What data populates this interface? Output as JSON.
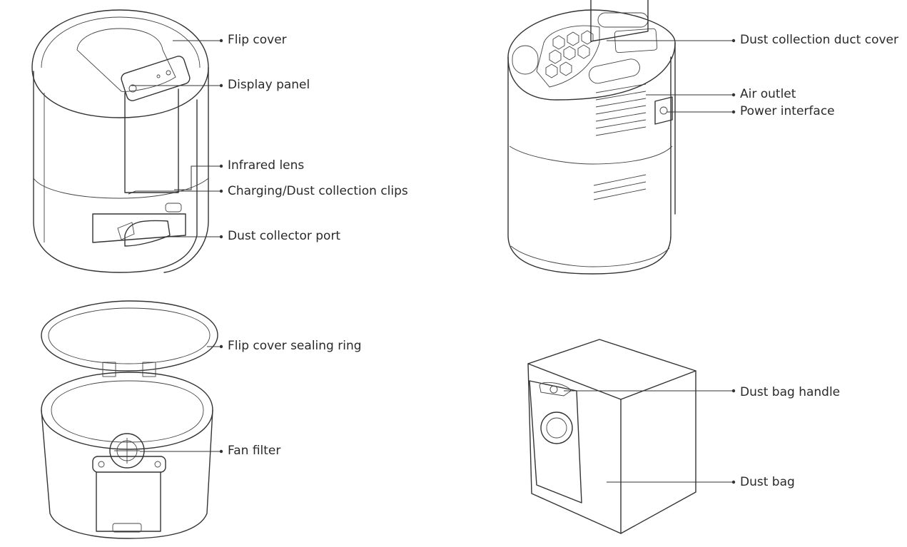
{
  "labels": {
    "flip_cover": "Flip cover",
    "display_panel": "Display panel",
    "infrared_lens": "Infrared lens",
    "charging_clips": "Charging/Dust collection clips",
    "dust_collector_port": "Dust collector port",
    "duct_cover": "Dust collection duct cover",
    "air_outlet": "Air outlet",
    "power_interface": "Power interface",
    "sealing_ring": "Flip cover sealing ring",
    "fan_filter": "Fan filter",
    "dust_bag_handle": "Dust bag handle",
    "dust_bag": "Dust bag"
  },
  "colors": {
    "line": "#333333",
    "background": "#ffffff"
  }
}
